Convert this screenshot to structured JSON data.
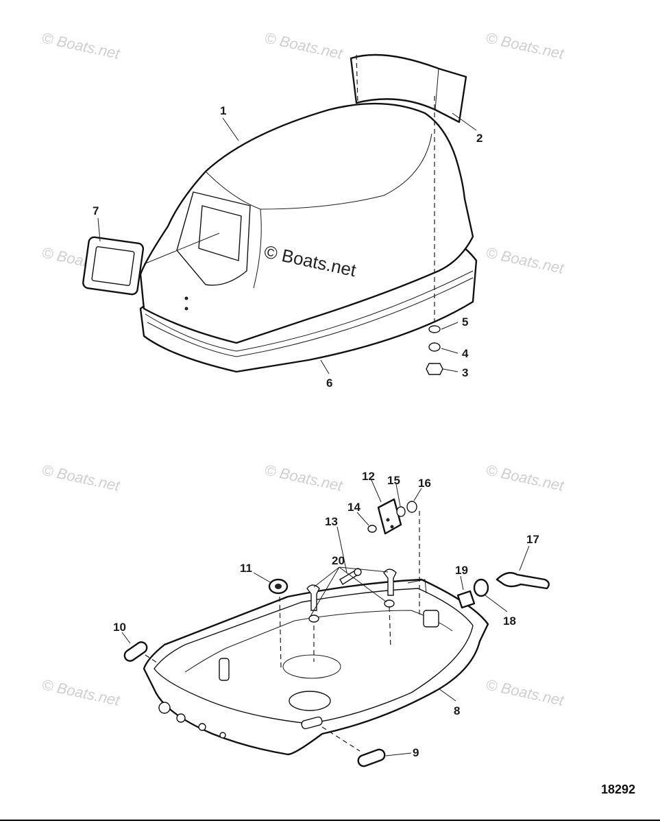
{
  "watermark": {
    "text": "© Boats.net",
    "center_text": "© Boats.net"
  },
  "drawing_id": "18292",
  "callouts": {
    "c1": "1",
    "c2": "2",
    "c3": "3",
    "c4": "4",
    "c5": "5",
    "c6": "6",
    "c7": "7",
    "c8": "8",
    "c9": "9",
    "c10": "10",
    "c11": "11",
    "c12": "12",
    "c13": "13",
    "c14": "14",
    "c15": "15",
    "c16": "16",
    "c17": "17",
    "c18": "18",
    "c19": "19",
    "c20": "20"
  },
  "colors": {
    "line": "#1a1a1a",
    "watermark": "#cfcfcf",
    "background": "#ffffff"
  }
}
